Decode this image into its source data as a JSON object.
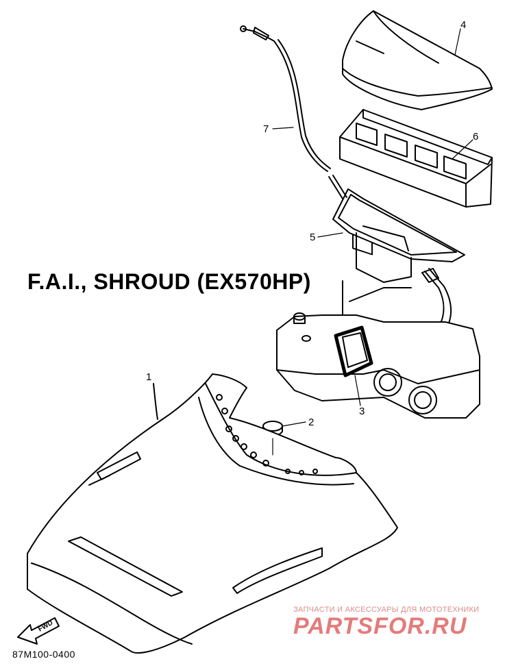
{
  "title": "F.A.I., SHROUD (EX570HP)",
  "callouts": {
    "part_1": "1",
    "part_2": "2",
    "part_3": "3",
    "part_4": "4",
    "part_5": "5",
    "part_6": "6",
    "part_7": "7"
  },
  "direction_label": "FWD",
  "diagram_code": "87M100-0400",
  "watermark": {
    "tagline": "ЗАПЧАСТИ И АКСЕССУАРЫ ДЛЯ МОТОТЕХНИКИ",
    "logo_text": "PARTSFOR.RU",
    "color": "#e06a6a"
  }
}
